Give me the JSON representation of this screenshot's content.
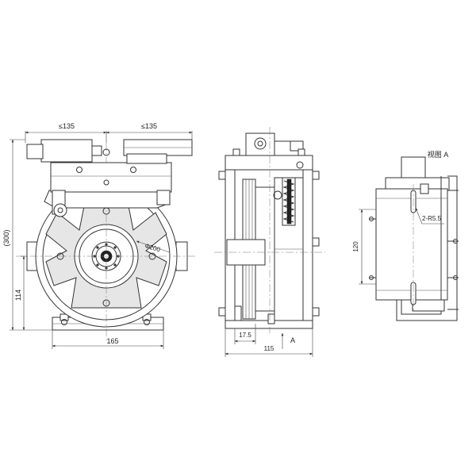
{
  "labels": {
    "view_a_title": "视图 A",
    "arrow_a": "A"
  },
  "dimensions": {
    "left_view": {
      "left_half_width": "≤135",
      "right_half_width": "≤135",
      "height": "(300)",
      "axis_height": "114",
      "base_width": "165",
      "sheave_diameter": "Φ200"
    },
    "side_view": {
      "groove_offset": "17.5",
      "depth": "115"
    },
    "view_a": {
      "slot_spacing": "120",
      "slot_label": "2-R5.5"
    }
  }
}
